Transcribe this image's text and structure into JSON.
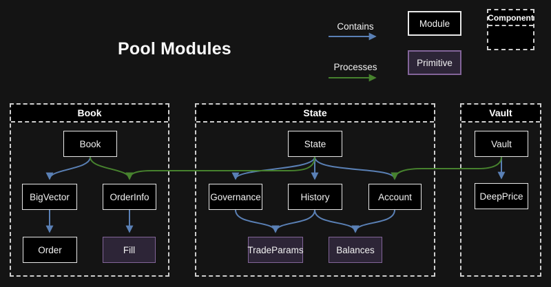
{
  "title": "Pool Modules",
  "legend": {
    "contains": "Contains",
    "processes": "Processes",
    "module": "Module",
    "primitive": "Primitive",
    "component": "Component"
  },
  "colors": {
    "background": "#141414",
    "contains_arrow": "#5a80b5",
    "processes_arrow": "#47822e",
    "module_fill": "#000000",
    "module_border": "#e9e9e9",
    "primitive_fill": "#2d2537",
    "primitive_border": "#83659a",
    "cluster_border": "#cfcfcf",
    "text": "#f2f2f2"
  },
  "clusters": [
    {
      "label": "Book",
      "nodes": [
        {
          "label": "Book",
          "type": "module"
        },
        {
          "label": "BigVector",
          "type": "module"
        },
        {
          "label": "OrderInfo",
          "type": "module"
        },
        {
          "label": "Order",
          "type": "module"
        },
        {
          "label": "Fill",
          "type": "primitive"
        }
      ]
    },
    {
      "label": "State",
      "nodes": [
        {
          "label": "State",
          "type": "module"
        },
        {
          "label": "Governance",
          "type": "module"
        },
        {
          "label": "History",
          "type": "module"
        },
        {
          "label": "Account",
          "type": "module"
        },
        {
          "label": "TradeParams",
          "type": "primitive"
        },
        {
          "label": "Balances",
          "type": "primitive"
        }
      ]
    },
    {
      "label": "Vault",
      "nodes": [
        {
          "label": "Vault",
          "type": "module"
        },
        {
          "label": "DeepPrice",
          "type": "module"
        }
      ]
    }
  ],
  "edges": [
    {
      "from": "Book",
      "to": "BigVector",
      "type": "contains"
    },
    {
      "from": "BigVector",
      "to": "Order",
      "type": "contains"
    },
    {
      "from": "OrderInfo",
      "to": "Fill",
      "type": "contains"
    },
    {
      "from": "State",
      "to": "Governance",
      "type": "contains"
    },
    {
      "from": "State",
      "to": "History",
      "type": "contains"
    },
    {
      "from": "State",
      "to": "Account",
      "type": "contains"
    },
    {
      "from": "Governance",
      "to": "TradeParams",
      "type": "contains"
    },
    {
      "from": "History",
      "to": "TradeParams",
      "type": "contains"
    },
    {
      "from": "History",
      "to": "Balances",
      "type": "contains"
    },
    {
      "from": "Account",
      "to": "Balances",
      "type": "contains"
    },
    {
      "from": "Vault",
      "to": "DeepPrice",
      "type": "contains"
    },
    {
      "from": "Book",
      "to": "OrderInfo",
      "type": "processes"
    },
    {
      "from": "State",
      "to": "OrderInfo",
      "type": "processes"
    },
    {
      "from": "Vault",
      "to": "Account",
      "type": "processes"
    }
  ]
}
